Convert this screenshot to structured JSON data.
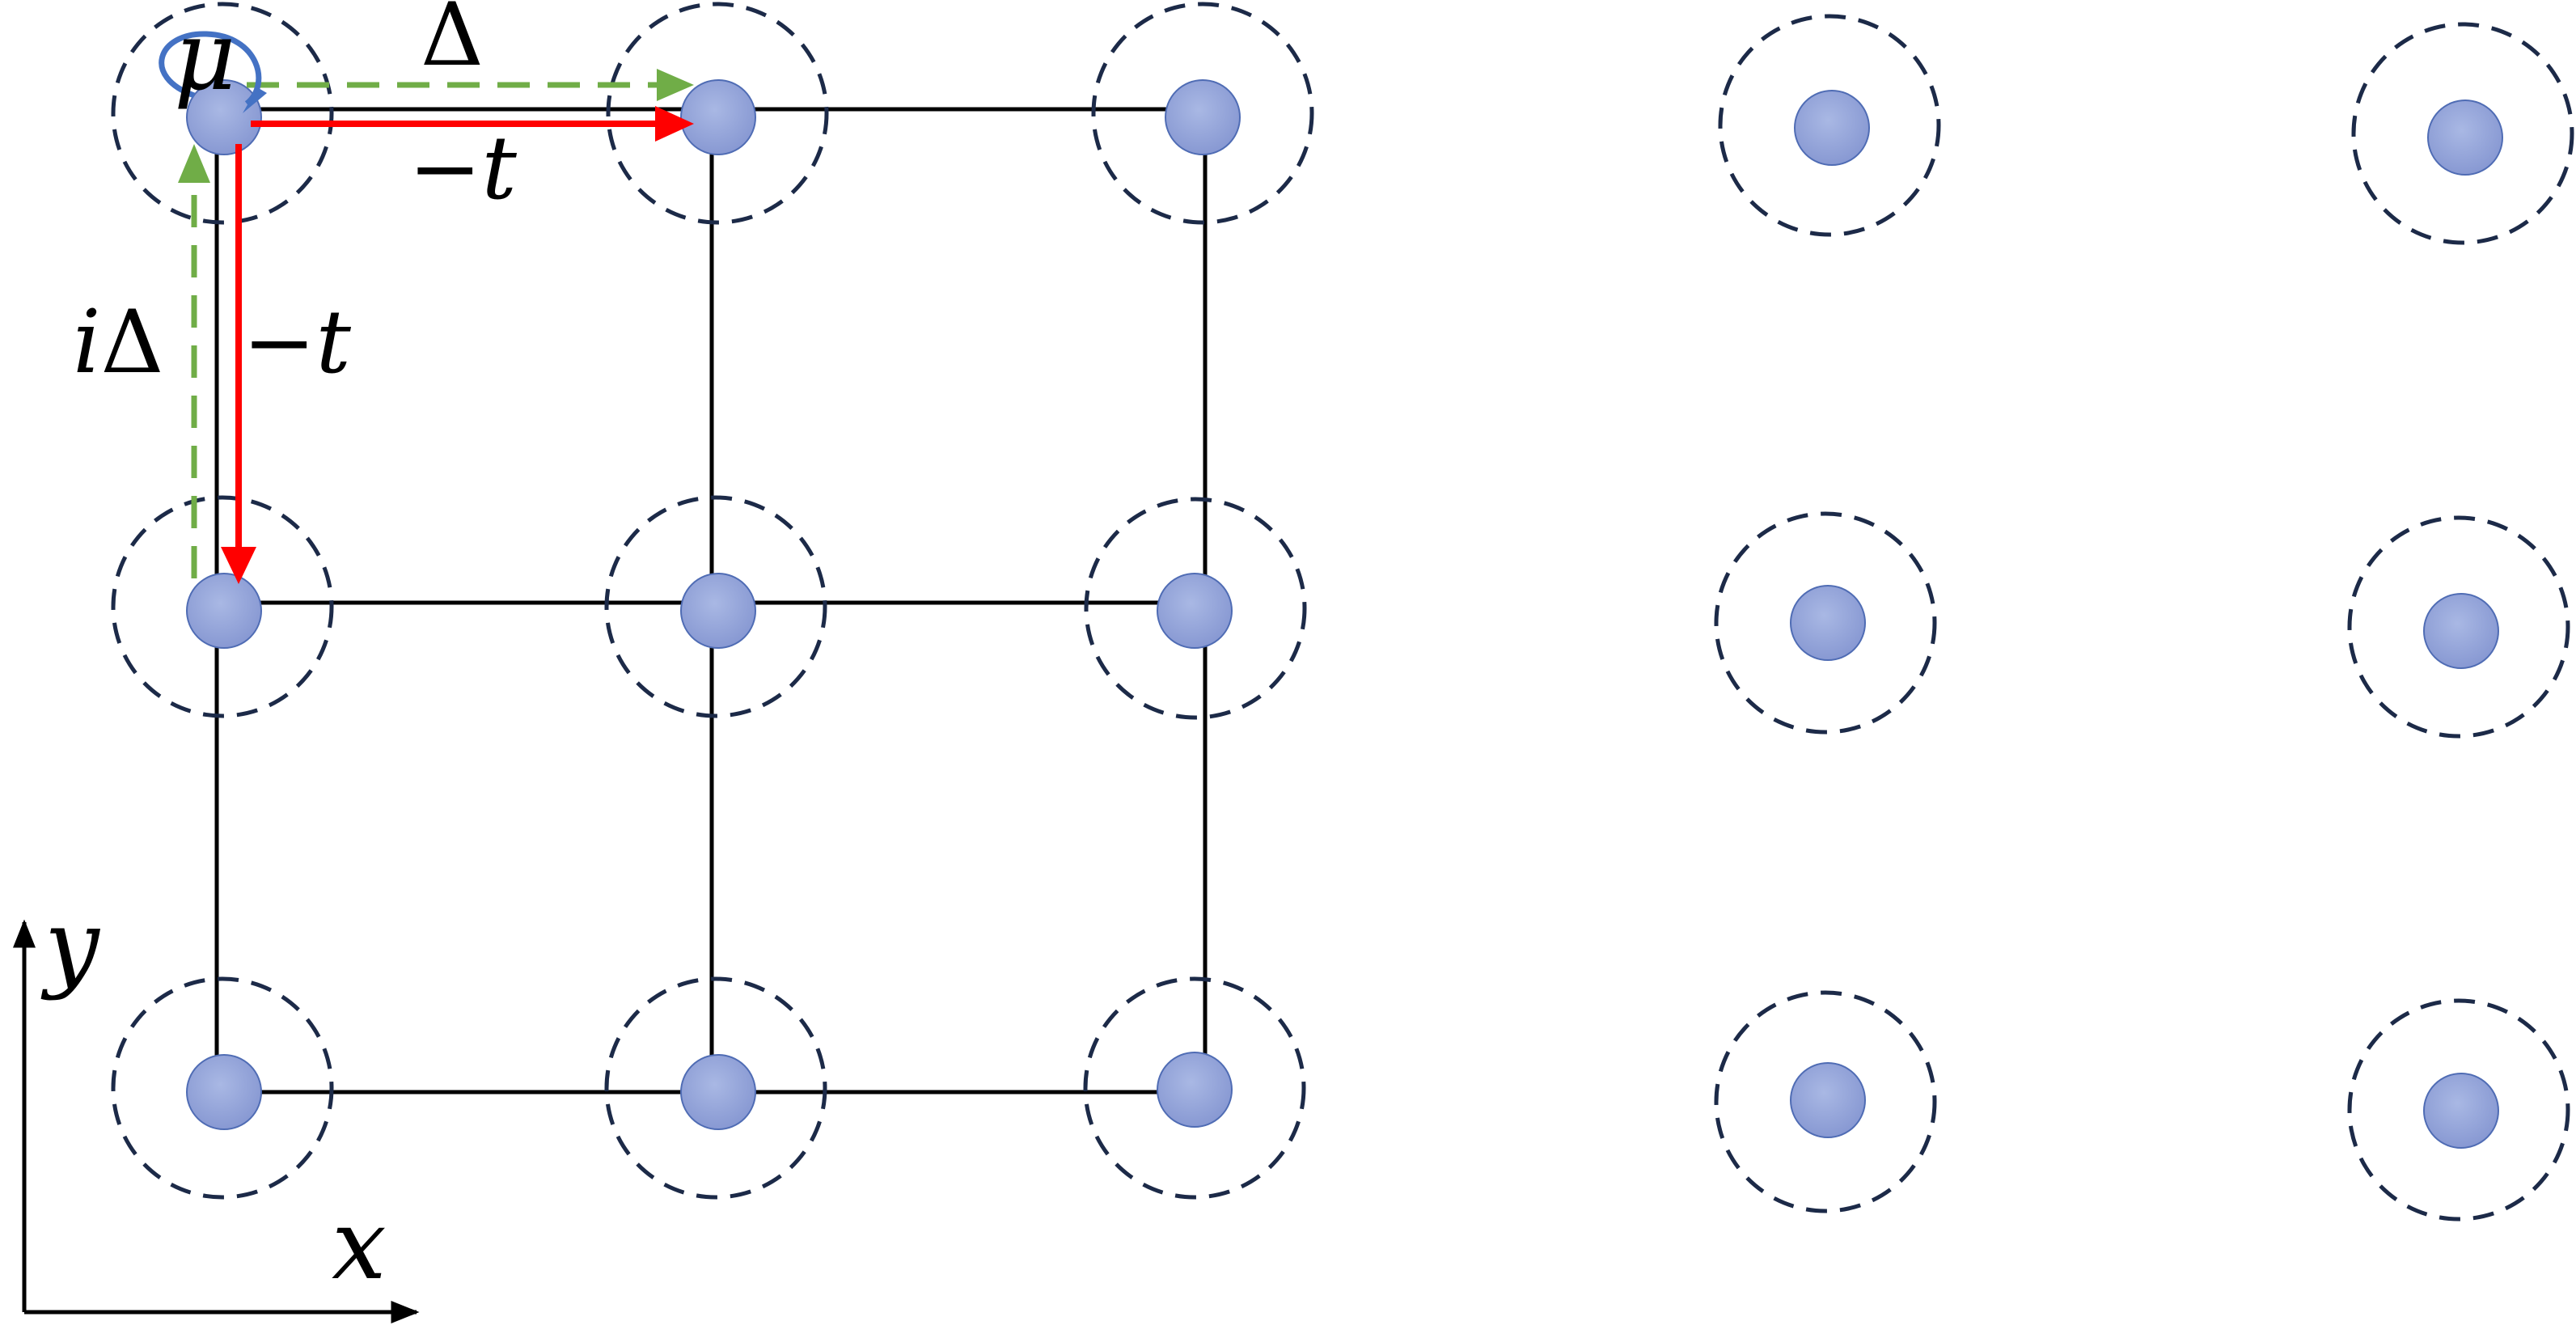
{
  "labels": {
    "mu": "μ",
    "delta": "Δ",
    "hop_x": "−t",
    "hop_y": "−t",
    "i_delta_i": "i",
    "i_delta_delta": "Δ",
    "axis_y": "y",
    "axis_x": "x"
  },
  "colors": {
    "site_fill": "#8fa2d8",
    "site_stroke": "#4f6cb4",
    "dashed_circle": "#1c2a48",
    "bond": "#000000",
    "hopping_arrow": "#ff0000",
    "pairing_arrow": "#70ad47",
    "chemical_potential_loop": "#4472c4",
    "axis": "#000000"
  }
}
